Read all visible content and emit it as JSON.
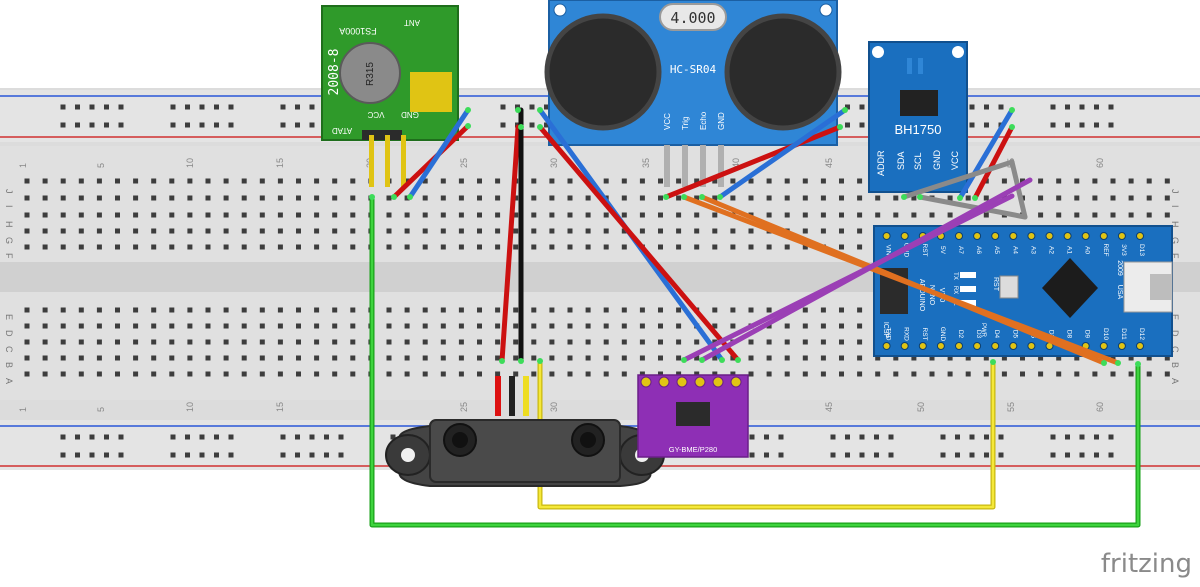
{
  "rf_module": {
    "label_top": "FS1000A",
    "label_ant": "ANT",
    "label_side": "2008-8",
    "label_can": "R315",
    "pins": [
      "ATAD",
      "VCC",
      "GND"
    ]
  },
  "ultrasonic": {
    "label_freq": "4.000",
    "label_model": "HC-SR04",
    "pins": [
      "VCC",
      "Trig",
      "Echo",
      "GND"
    ]
  },
  "light_sensor": {
    "label": "BH1750",
    "pins": [
      "ADDR",
      "SDA",
      "SCL",
      "GND",
      "VCC"
    ]
  },
  "bme_sensor": {
    "label": "GY-BME/P280"
  },
  "arduino": {
    "top_pins": [
      "D13",
      "3V3",
      "REF",
      "A0",
      "A1",
      "A2",
      "A3",
      "A4",
      "A5",
      "A6",
      "A7",
      "5V",
      "RST",
      "GND",
      "VIN"
    ],
    "bottom_pins": [
      "D12",
      "D11",
      "D10",
      "D9",
      "D8",
      "D7",
      "D6",
      "D5",
      "D4",
      "D3",
      "D2",
      "GND",
      "RST",
      "RXD",
      "TXD"
    ],
    "labels": [
      "ARDUINO",
      "NANO",
      "V3.0",
      "ICSP",
      "USA",
      "2009",
      "RST",
      "TX",
      "RX",
      "L",
      "PWR"
    ]
  },
  "breadboard": {
    "row_letters_top": [
      "J",
      "I",
      "H",
      "G",
      "F"
    ],
    "row_letters_bottom": [
      "E",
      "D",
      "C",
      "B",
      "A"
    ],
    "column_numbers": [
      "1",
      "5",
      "10",
      "15",
      "20",
      "25",
      "30",
      "35",
      "40",
      "45",
      "50",
      "55",
      "60"
    ]
  },
  "watermark": "fritzing",
  "colors": {
    "wire_red": "#cc1111",
    "wire_blue": "#2a6fd6",
    "wire_green": "#22bb22",
    "wire_yellow": "#eedd22",
    "wire_orange": "#e07020",
    "wire_purple": "#9b3fb5",
    "wire_gray": "#8a8a8a",
    "wire_black": "#111111",
    "board_blue": "#1a6fbf",
    "rf_green": "#2f9a2a",
    "bme_purple": "#8e2fb5"
  }
}
